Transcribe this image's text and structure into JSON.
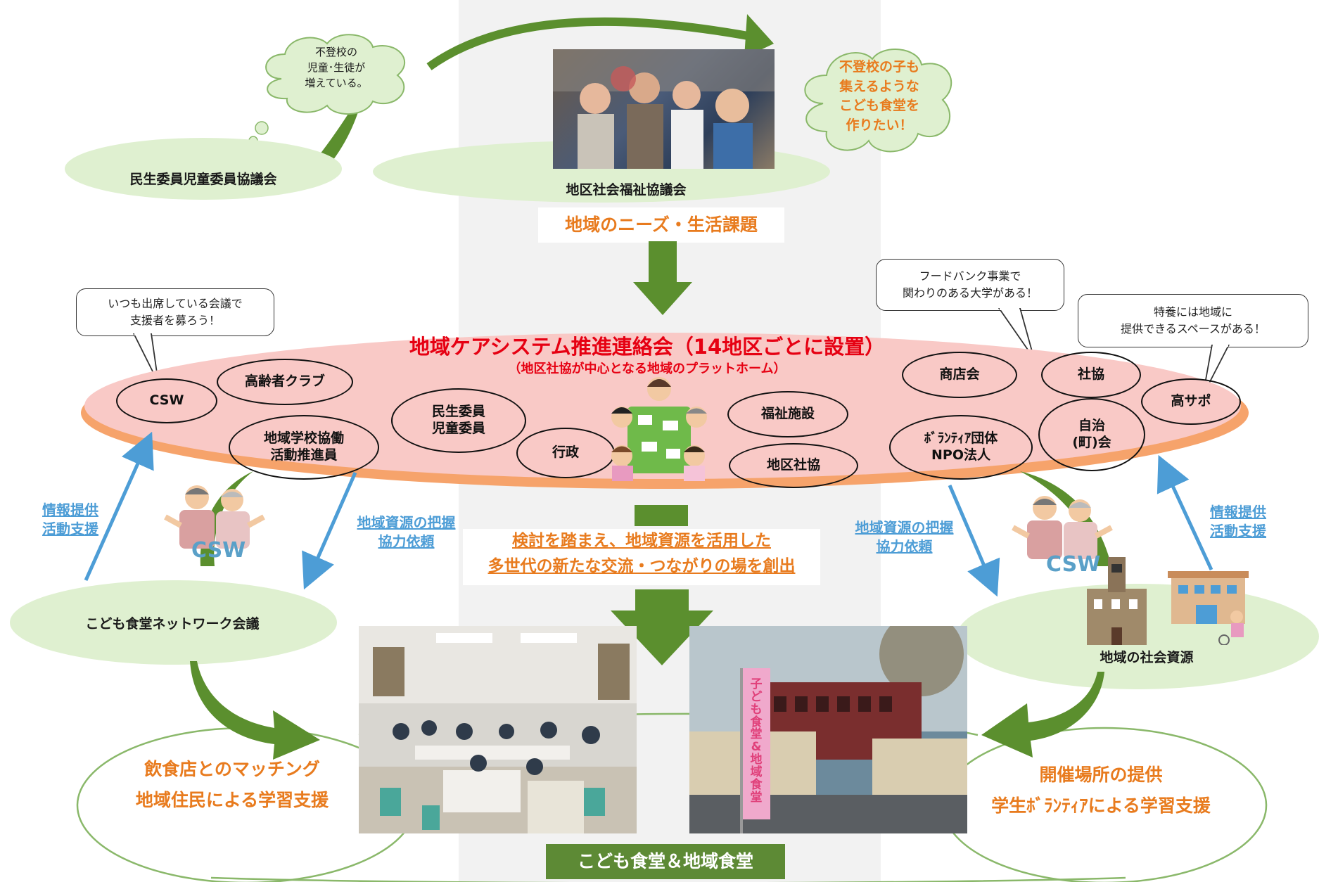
{
  "top": {
    "cloud_left": "不登校の\n児童･生徒が\n増えている。",
    "cloud_right": "不登校の子も\n集えるような\nこども食堂を\n作りたい！",
    "oval_left": "民生委員児童委員協議会",
    "oval_center": "地区社会福祉協議会",
    "needs_label": "地域のニーズ・生活課題"
  },
  "callouts": {
    "csw": "いつも出席している会議で\n支援者を募ろう！",
    "foodbank": "フードバンク事業で\n関わりのある大学がある！",
    "special_school": "特養には地域に\n提供できるスペースがある！"
  },
  "platform": {
    "title": "地域ケアシステム推進連絡会（14地区ごとに設置）",
    "subtitle": "（地区社協が中心となる地域のプラットホーム）",
    "nodes": {
      "csw": "CSW",
      "elderly_club": "高齢者クラブ",
      "school": "地域学校協働\n活動推進員",
      "minsei": "民生委員\n児童委員",
      "gyosei": "行政",
      "fukushi": "福祉施設",
      "chikushakyo": "地区社協",
      "shotenkai": "商店会",
      "volunteer": "ﾎﾞﾗﾝﾃｨｱ団体\nNPO法人",
      "shakyo": "社協",
      "jichi": "自治\n(町)会",
      "kosapo": "高サポ"
    }
  },
  "middle": {
    "info_left": "情報提供\n活動支援",
    "resource_left": "地域資源の把握\n協力依頼",
    "resource_right": "地域資源の把握\n協力依頼",
    "info_right": "情報提供\n活動支援",
    "csw_left": "CSW",
    "csw_right": "CSW",
    "center_text": "検討を踏まえ、地域資源を活用した\n多世代の新たな交流・つながりの場を創出",
    "network_meeting": "こども食堂ネットワーク会議",
    "social_resources": "地域の社会資源"
  },
  "bottom": {
    "left_text": "飲食店とのマッチング\n地域住民による学習支援",
    "right_text": "開催場所の提供\n学生ﾎﾞﾗﾝﾃｨｱによる学習支援",
    "banner": "こども食堂＆地域食堂",
    "banner_flag_text": "子ども食堂 & 地域食堂"
  },
  "colors": {
    "green_arrow": "#5b8f2e",
    "pale_green": "#dff0d0",
    "pink": "#f9c9c6",
    "orange": "#e87b1e",
    "red_title": "#e60012",
    "blue_link": "#4d9dd6",
    "banner_green": "#5d8a35"
  }
}
